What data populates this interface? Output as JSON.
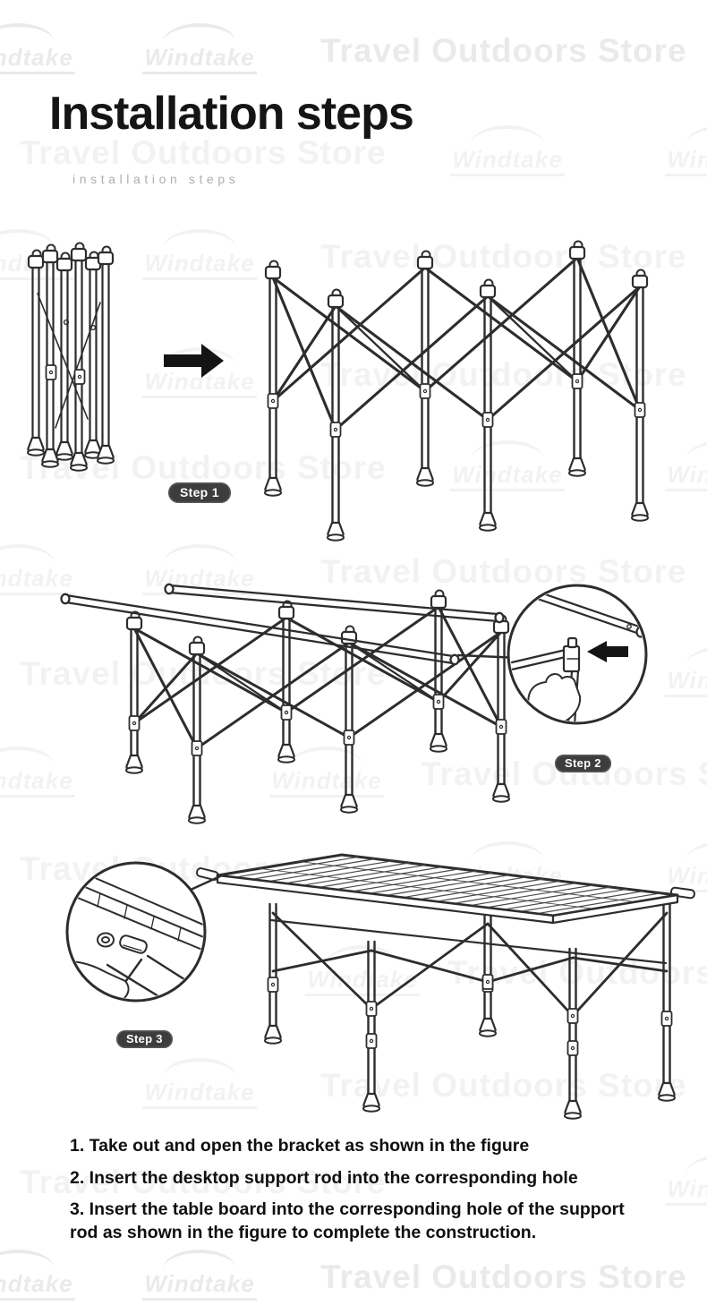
{
  "page": {
    "title": "Installation steps",
    "subtitle": "installation steps"
  },
  "watermark": {
    "store_text": "Travel Outdoors Store",
    "logo_text": "Windtake"
  },
  "steps": [
    {
      "label": "Step 1",
      "description": "Folded bracket opened into standing frame"
    },
    {
      "label": "Step 2",
      "description": "Desktop support rods inserted into frame holes"
    },
    {
      "label": "Step 3",
      "description": "Table board attached to support rods, table complete"
    }
  ],
  "instructions": [
    "1. Take out and open the bracket as shown in the figure",
    "2. Insert the desktop support rod into the corresponding hole",
    "3. Insert the table board into the corresponding hole of the support rod as shown in the figure to complete the construction."
  ],
  "colors": {
    "background": "#ffffff",
    "line_art": "#2d2d2d",
    "badge_bg": "#3d3d3d",
    "badge_text": "#ffffff",
    "title_text": "#151515",
    "subtitle_text": "#aeaeae",
    "watermark": "rgba(17,17,17,0.055)"
  }
}
